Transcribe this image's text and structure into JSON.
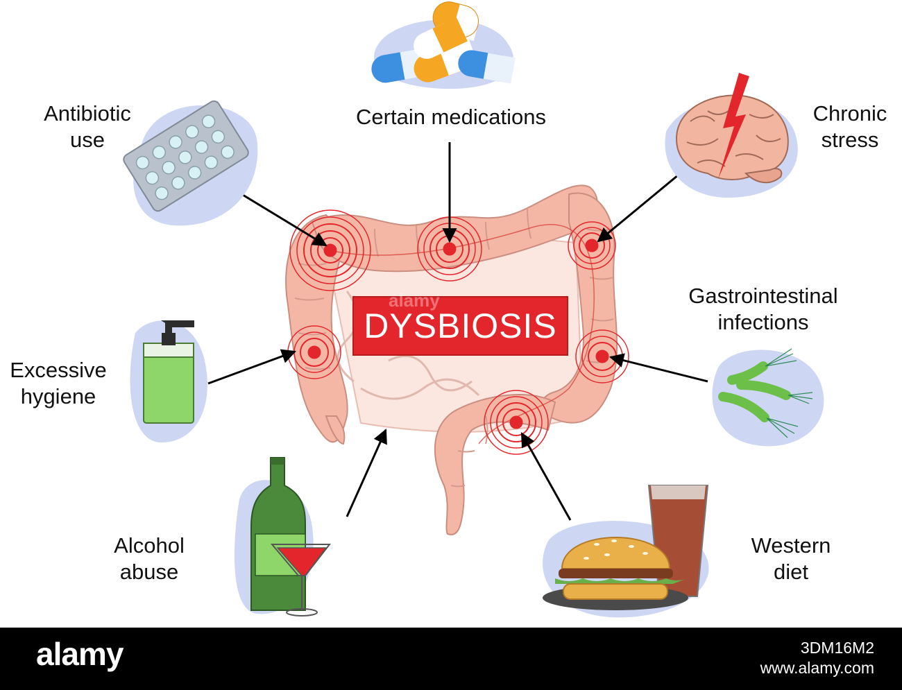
{
  "center": {
    "label": "DYSBIOSIS"
  },
  "causes": [
    {
      "id": "antibiotic",
      "lines": [
        "Antibiotic",
        "use"
      ]
    },
    {
      "id": "medications",
      "lines": [
        "Certain medications"
      ]
    },
    {
      "id": "stress",
      "lines": [
        "Chronic",
        "stress"
      ]
    },
    {
      "id": "infections",
      "lines": [
        "Gastrointestinal",
        "infections"
      ]
    },
    {
      "id": "hygiene",
      "lines": [
        "Excessive",
        "hygiene"
      ]
    },
    {
      "id": "alcohol",
      "lines": [
        "Alcohol",
        "abuse"
      ]
    },
    {
      "id": "diet",
      "lines": [
        "Western",
        "diet"
      ]
    }
  ],
  "footer": {
    "brand": "alamy",
    "code_line1": "3DM16M2",
    "code_line2": "www.alamy.com"
  },
  "watermark": "alamy",
  "colors": {
    "banner": "#e3262b",
    "intestine": "#f4b7a6",
    "target": "#e3262b",
    "blob": "#cdd6f2",
    "footer": "#000000"
  }
}
